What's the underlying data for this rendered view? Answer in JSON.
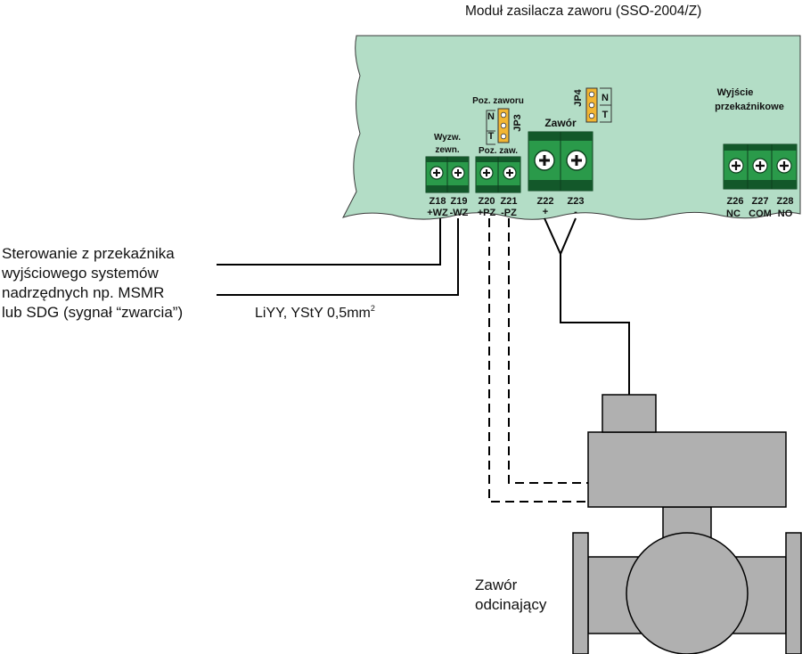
{
  "colors": {
    "board": "#b3ddc6",
    "terminal": "#2a9a4a",
    "terminal_dark": "#13582a",
    "jumper": "#f2b633",
    "valve_gray": "#b0b0b0",
    "line": "#000000"
  },
  "module": {
    "title": "Moduł zasilacza zaworu (SSO-2004/Z)"
  },
  "terminals": {
    "wyzw": {
      "label_line1": "Wyzw.",
      "label_line2": "zewn.",
      "pins": [
        {
          "id": "Z18",
          "sign": "+WZ"
        },
        {
          "id": "Z19",
          "sign": "-WZ"
        }
      ]
    },
    "poz": {
      "label": "Poz. zaw.",
      "pins": [
        {
          "id": "Z20",
          "sign": "+PZ"
        },
        {
          "id": "Z21",
          "sign": "-PZ"
        }
      ]
    },
    "zawor": {
      "label": "Zawór",
      "pins": [
        {
          "id": "Z22",
          "sign": "+"
        },
        {
          "id": "Z23",
          "sign": "-"
        }
      ]
    },
    "relay": {
      "label_line1": "Wyjście",
      "label_line2": "przekaźnikowe",
      "pins": [
        {
          "id": "Z26",
          "sign": "NC"
        },
        {
          "id": "Z27",
          "sign": "COM"
        },
        {
          "id": "Z28",
          "sign": "NO"
        }
      ]
    }
  },
  "jumpers": {
    "jp3": {
      "title": "Poz. zaworu",
      "name": "JP3",
      "n": "N",
      "t": "T"
    },
    "jp4": {
      "name": "JP4",
      "n": "N",
      "t": "T"
    }
  },
  "annotations": {
    "control_lines": [
      "Sterowanie z przekaźnika",
      "wyjściowego systemów",
      "nadrzędnych np. MSMR",
      "lub SDG (sygnał “zwarcia”)"
    ],
    "cable": "LiYY, YStY 0,5mm",
    "cable_sup": "2",
    "valve_lines": [
      "Zawór",
      "odcinający"
    ]
  }
}
